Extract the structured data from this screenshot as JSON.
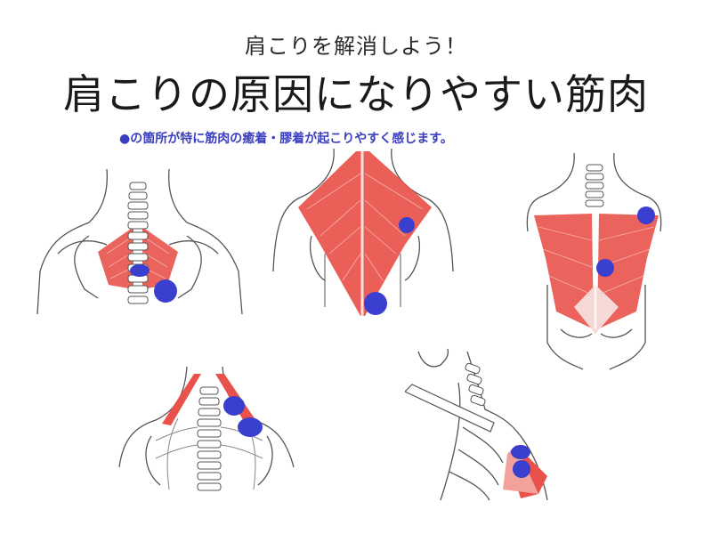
{
  "subtitle": "肩こりを解消しよう！",
  "title": "肩こりの原因になりやすい筋肉",
  "note": "●の箇所が特に筋肉の癒着・膠着が起こりやすく感じます。",
  "colors": {
    "muscle": "#e8524a",
    "muscle_light": "#f3a29b",
    "trigger_point": "#3a3fd0",
    "outline": "#555555",
    "note_text": "#3a3fbf"
  },
  "figures": [
    {
      "id": "rhomboid-figure",
      "icon": "upper-back-rhomboid-illustration"
    },
    {
      "id": "trapezius-figure",
      "icon": "trapezius-illustration"
    },
    {
      "id": "latissimus-figure",
      "icon": "latissimus-dorsi-illustration"
    },
    {
      "id": "levator-scapulae-figure",
      "icon": "levator-scapulae-illustration"
    },
    {
      "id": "pectoralis-minor-figure",
      "icon": "pectoralis-minor-illustration"
    }
  ]
}
